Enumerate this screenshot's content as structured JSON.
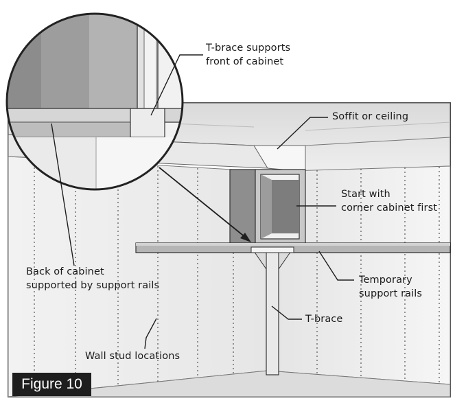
{
  "labels": {
    "tbrace_supports": [
      "T-brace supports",
      "front of cabinet"
    ],
    "soffit": "Soffit or ceiling",
    "start_corner": [
      "Start with",
      "corner cabinet first"
    ],
    "back_of_cabinet": [
      "Back of cabinet",
      "supported by support rails"
    ],
    "temporary_rails": [
      "Temporary",
      "support rails"
    ],
    "tbrace": "T-brace",
    "wall_studs": "Wall stud locations"
  },
  "figure_label": "Figure 10",
  "colors": {
    "wall_light": "#f4f4f4",
    "wall_shadow": "#e2e2e2",
    "ceiling": "#d6d6d6",
    "rail": "#a9a9a9",
    "cabinet_dark": "#8f8f8f",
    "outline": "#333333",
    "badge": "#1e1e1e"
  }
}
